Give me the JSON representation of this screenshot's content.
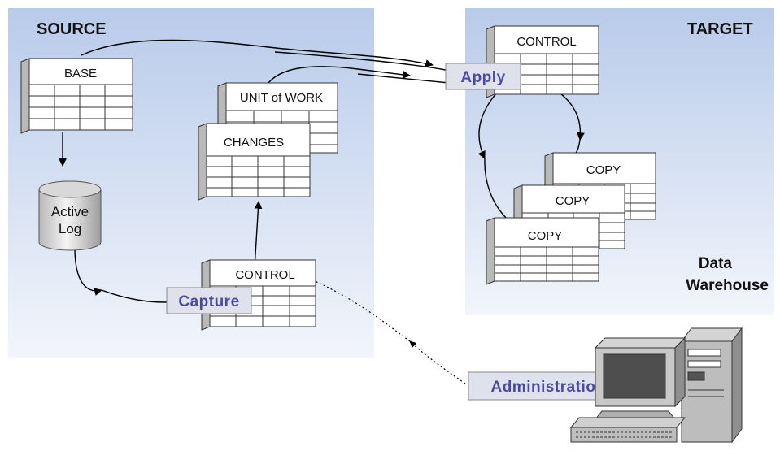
{
  "source": {
    "title": "SOURCE"
  },
  "target": {
    "title": "TARGET"
  },
  "tables": {
    "base": "BASE",
    "unit_of_work": "UNIT of WORK",
    "changes": "CHANGES",
    "control_source": "CONTROL",
    "control_target": "CONTROL",
    "copy_1": "COPY",
    "copy_2": "COPY",
    "copy_3": "COPY"
  },
  "active_log": {
    "line1": "Active",
    "line2": "Log"
  },
  "processes": {
    "apply": "Apply",
    "capture": "Capture",
    "administration": "Administration"
  },
  "data_warehouse": {
    "line1": "Data",
    "line2": "Warehouse"
  },
  "colors": {
    "region_gradient_top": "#b8cbea",
    "region_gradient_bottom": "#f2f5fb",
    "process_label_text": "#4a4aa0",
    "process_box_fill": "#dfe2ec",
    "table_fill": "#ffffff",
    "table_side": "#b9b9b9",
    "arrow": "#000000"
  },
  "icons": {
    "computer": "desktop-computer-icon"
  }
}
